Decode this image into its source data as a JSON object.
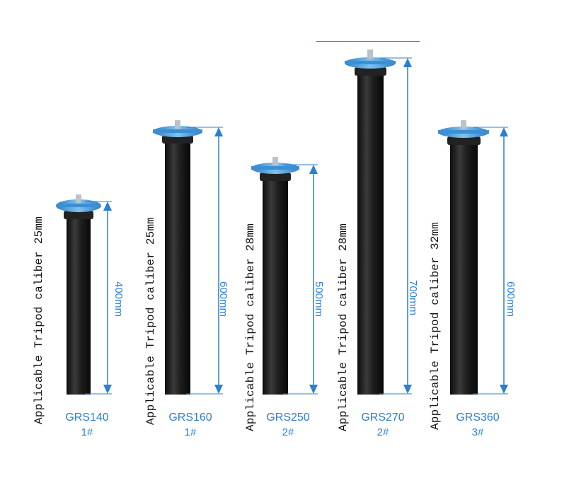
{
  "products": [
    {
      "model": "GRS140",
      "num": "1#",
      "length": "400mm",
      "caliber": "Applicable Tripod caliber 25mm"
    },
    {
      "model": "GRS160",
      "num": "1#",
      "length": "600mm",
      "caliber": "Applicable Tripod caliber 25mm"
    },
    {
      "model": "GRS250",
      "num": "2#",
      "length": "500mm",
      "caliber": "Applicable Tripod caliber 28mm"
    },
    {
      "model": "GRS270",
      "num": "2#",
      "length": "700mm",
      "caliber": "Applicable Tripod caliber 28mm"
    },
    {
      "model": "GRS360",
      "num": "3#",
      "length": "600mm",
      "caliber": "Applicable Tripod caliber 32mm"
    }
  ],
  "colors": {
    "accent": "#2b7fd1",
    "pole": "#1a1a1a",
    "plate": "#4aa3e0"
  }
}
